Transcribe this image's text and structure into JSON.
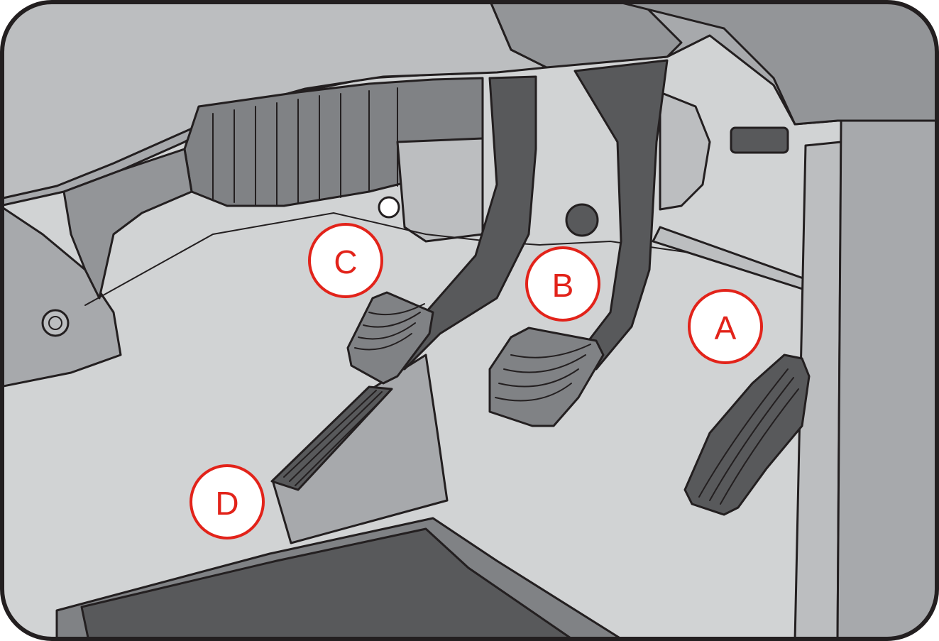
{
  "colors": {
    "frame": "#231f20",
    "light_grey": "#d1d3d4",
    "mid_grey": "#a7a9ac",
    "dark_grey": "#808285",
    "pedal_dark": "#58595b",
    "label_red": "#e2231a"
  },
  "labels": {
    "a": "A",
    "b": "B",
    "c": "C",
    "d": "D"
  }
}
